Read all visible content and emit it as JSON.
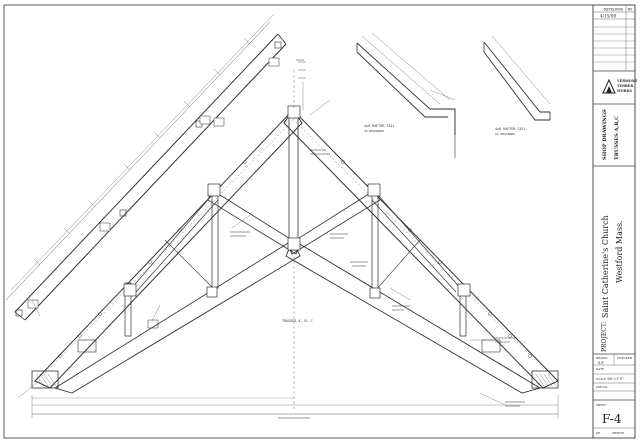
{
  "title_block": {
    "revisions_header": "REVISIONS",
    "by_header": "BY",
    "revision_date": "4/15/00",
    "company_line1": "VERMONT",
    "company_line2": "TIMBER",
    "company_line3": "WORKS",
    "sheet_type_line1": "SHOP DRAWINGS",
    "sheet_type_line2": "TRUSSES A,B,C",
    "project_line1": "Saint Catherine's Church",
    "project_line2": "Westford Mass.",
    "project_label": "PROJECT:",
    "drawn_label": "DRAWN",
    "drawn_value": "S.F.",
    "checked_label": "CHECKED",
    "date_label": "DATE",
    "scale_label": "SCALE",
    "scale_value": "3/8\"=1'-0\"",
    "job_label": "JOB NO.",
    "sheet_label": "SHEET",
    "sheet_number": "F-4",
    "of_label": "OF",
    "sheets_label": "SHEETS"
  },
  "details": {
    "rafter_tail_1_title": "4x8 RAFTER TAIL",
    "rafter_tail_1_qty": "44 REQUIRED",
    "rafter_tail_2_title": "4x8 RAFTER TAIL",
    "rafter_tail_2_qty": "12 REQUIRED"
  },
  "truss": {
    "label": "TRUSSES A, B, C"
  }
}
